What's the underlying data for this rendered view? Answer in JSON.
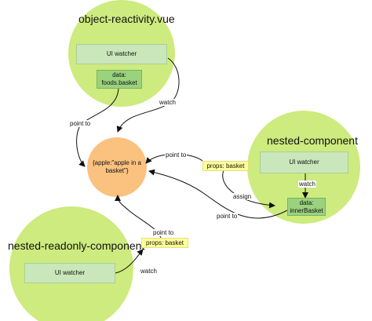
{
  "components": {
    "parent": {
      "title": "object-reactivity.vue",
      "watcher": "UI watcher",
      "data": "data:\nfoods.basket"
    },
    "nested": {
      "title": "nested-component",
      "watcher": "UI watcher",
      "props": "props: basket",
      "data": "data:\ninnerBasket"
    },
    "readonly": {
      "title": "nested-readonly-component",
      "watcher": "UI watcher",
      "props": "props: basket"
    }
  },
  "center_object": "{apple:\"apple in a\nbasket\"}",
  "edge_labels": {
    "parent_watch": "watch",
    "parent_point_to": "point to",
    "nested_point_to_top": "point to",
    "nested_assign": "assign",
    "nested_watch": "watch",
    "nested_point_to_bottom": "point to",
    "readonly_point_to": "point to",
    "readonly_watch": "watch"
  },
  "colors": {
    "component_fill": "#cdeb7e",
    "center_fill": "#fbc17f",
    "watcher_fill": "#c9e7ba",
    "data_fill": "#9bd27e",
    "props_fill": "#ffff9a"
  }
}
